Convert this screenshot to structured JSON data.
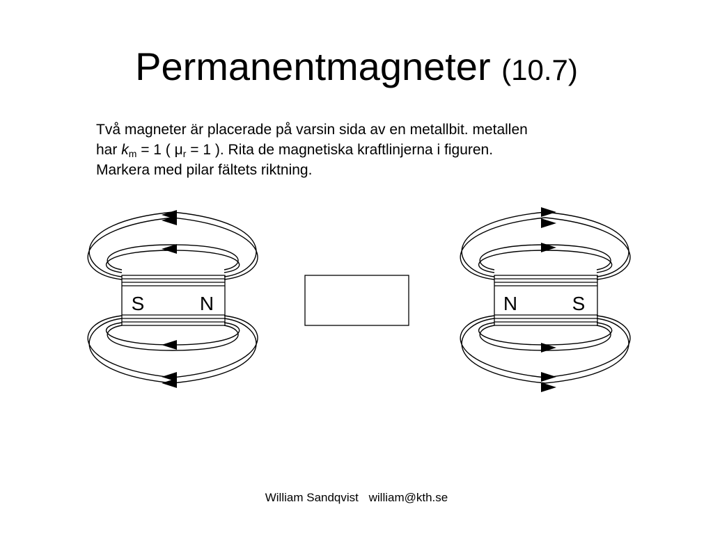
{
  "slide": {
    "title": "Permanentmagneter",
    "title_number": "(10.7)"
  },
  "problem": {
    "line1": "Två magneter är placerade på varsin sida av en metallbit. metallen",
    "line2_prefix": "har ",
    "k_symbol": "k",
    "k_subscript": "m",
    "k_value": " = 1   ( ",
    "mu_symbol": "μ",
    "mu_subscript": "r",
    "mu_value": " = 1 ). Rita de magnetiska kraftlinjerna i figuren.",
    "line3": "Markera med pilar fältets riktning."
  },
  "figure": {
    "left_magnet": {
      "left_pole": "S",
      "right_pole": "N"
    },
    "right_magnet": {
      "left_pole": "N",
      "right_pole": "S"
    }
  },
  "footer": {
    "author": "William Sandqvist",
    "email": "william@kth.se"
  }
}
